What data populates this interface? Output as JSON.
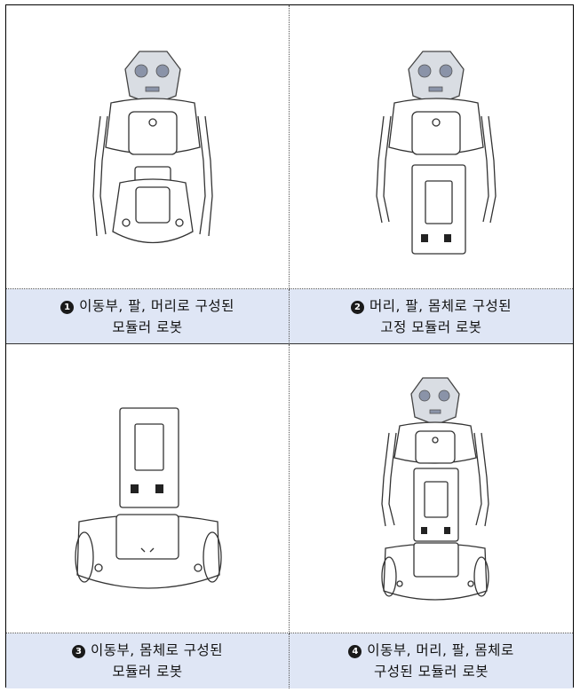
{
  "captions": [
    {
      "badge": "1",
      "line1": "이동부, 팔, 머리로 구성된",
      "line2": "모듈러 로봇"
    },
    {
      "badge": "2",
      "line1": "머리, 팔, 몸체로 구성된",
      "line2": "고정 모듈러 로봇"
    },
    {
      "badge": "3",
      "line1": "이동부, 몸체로 구성된",
      "line2": "모듈러 로봇"
    },
    {
      "badge": "4",
      "line1": "이동부, 머리, 팔, 몸체로",
      "line2": "구성된 모듈러 로봇"
    }
  ]
}
